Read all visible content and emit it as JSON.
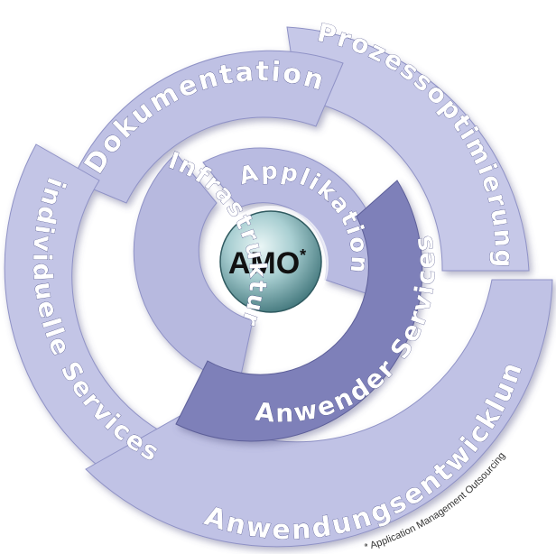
{
  "center": {
    "label": "AMO",
    "superscript": "*"
  },
  "segments": {
    "dokumentation": "Dokumentation",
    "prozessoptimierung": "Prozessoptimierung",
    "individuelle_services": "individuelle Services",
    "anwendungsentwicklung": "Anwendungsentwicklung",
    "infrastruktur": "Infrastruktur",
    "applikation": "Applikation",
    "anwender_services": "Anwender Services"
  },
  "footnote": "* Application Management Outsourcing",
  "colors": {
    "light": "#c9cbe9",
    "medium": "#b2b5dd",
    "dark": "#7d7fb8",
    "darker": "#6a6ca8",
    "center": "#9fc5c9"
  }
}
